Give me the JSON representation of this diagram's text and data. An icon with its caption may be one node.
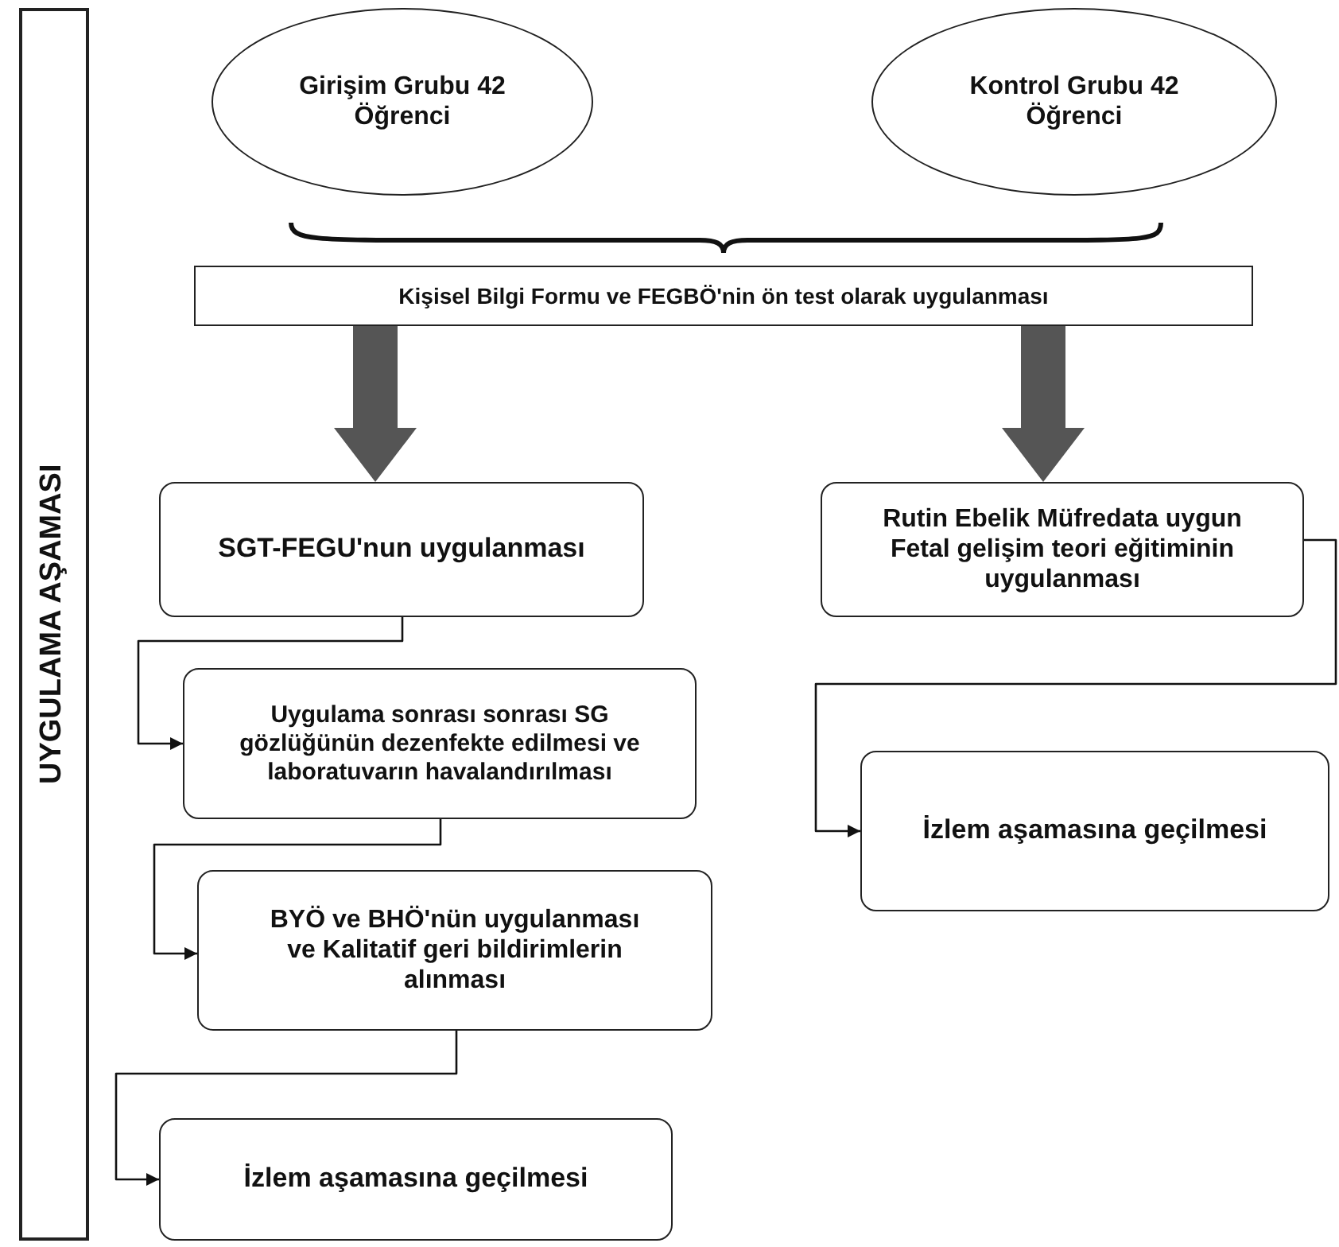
{
  "diagram": {
    "nodes": [
      {
        "text": [
          "UYGULAMA AŞAMASI"
        ]
      },
      {
        "text": [
          "Girişim Grubu 42 Öğrenci"
        ]
      },
      {
        "text": [
          "Kontrol Grubu 42 Öğrenci"
        ]
      },
      {
        "text": [
          "Kişisel Bilgi Formu ve FEGBÖ'nin ön test olarak uygulanması"
        ]
      },
      {
        "text": [
          "SGT-FEGU'nun uygulanması"
        ]
      },
      {
        "text": [
          "Uygulama sonrası sonrası SG gözlüğünün dezenfekte edilmesi ve laboratuvarın havalandırılması"
        ]
      },
      {
        "text": [
          "BYÖ ve BHÖ'nün uygulanması ve Kalitatif geri bildirimlerin alınması"
        ]
      },
      {
        "text": [
          "İzlem aşamasına geçilmesi"
        ]
      },
      {
        "text": [
          "Rutin Ebelik Müfredata uygun Fetal gelişim teori eğitiminin uygulanması"
        ]
      },
      {
        "text": [
          "İzlem aşamasına geçilmesi"
        ]
      }
    ],
    "edges": [
      {
        "from": 3,
        "to": 4,
        "arrow": "to",
        "style": "thick",
        "color": "#555555"
      },
      {
        "from": 3,
        "to": 8,
        "arrow": "to",
        "style": "thick",
        "color": "#555555"
      },
      {
        "from": 4,
        "to": 5,
        "arrow": "to"
      },
      {
        "from": 5,
        "to": 6,
        "arrow": "to"
      },
      {
        "from": 6,
        "to": 7,
        "arrow": "to"
      },
      {
        "from": 8,
        "to": 9,
        "arrow": "to"
      }
    ]
  }
}
